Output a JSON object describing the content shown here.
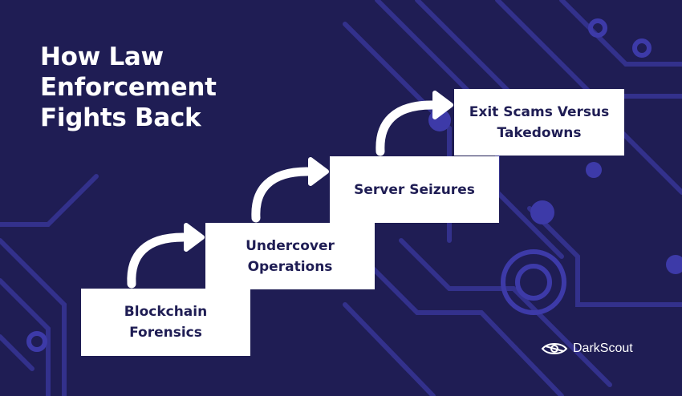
{
  "title_lines": [
    "How Law",
    "Enforcement",
    "Fights Back"
  ],
  "steps": [
    {
      "lines": [
        "Blockchain",
        "Forensics"
      ]
    },
    {
      "lines": [
        "Undercover",
        "Operations"
      ]
    },
    {
      "lines": [
        "Server Seizures"
      ]
    },
    {
      "lines": [
        "Exit Scams Versus",
        "Takedowns"
      ]
    }
  ],
  "brand": {
    "name": "DarkScout",
    "icon": "eye-icon"
  },
  "colors": {
    "background": "#1f1d54",
    "circuit": "#3a38a0",
    "step_fill": "#ffffff",
    "text_dark": "#1f1d54"
  }
}
